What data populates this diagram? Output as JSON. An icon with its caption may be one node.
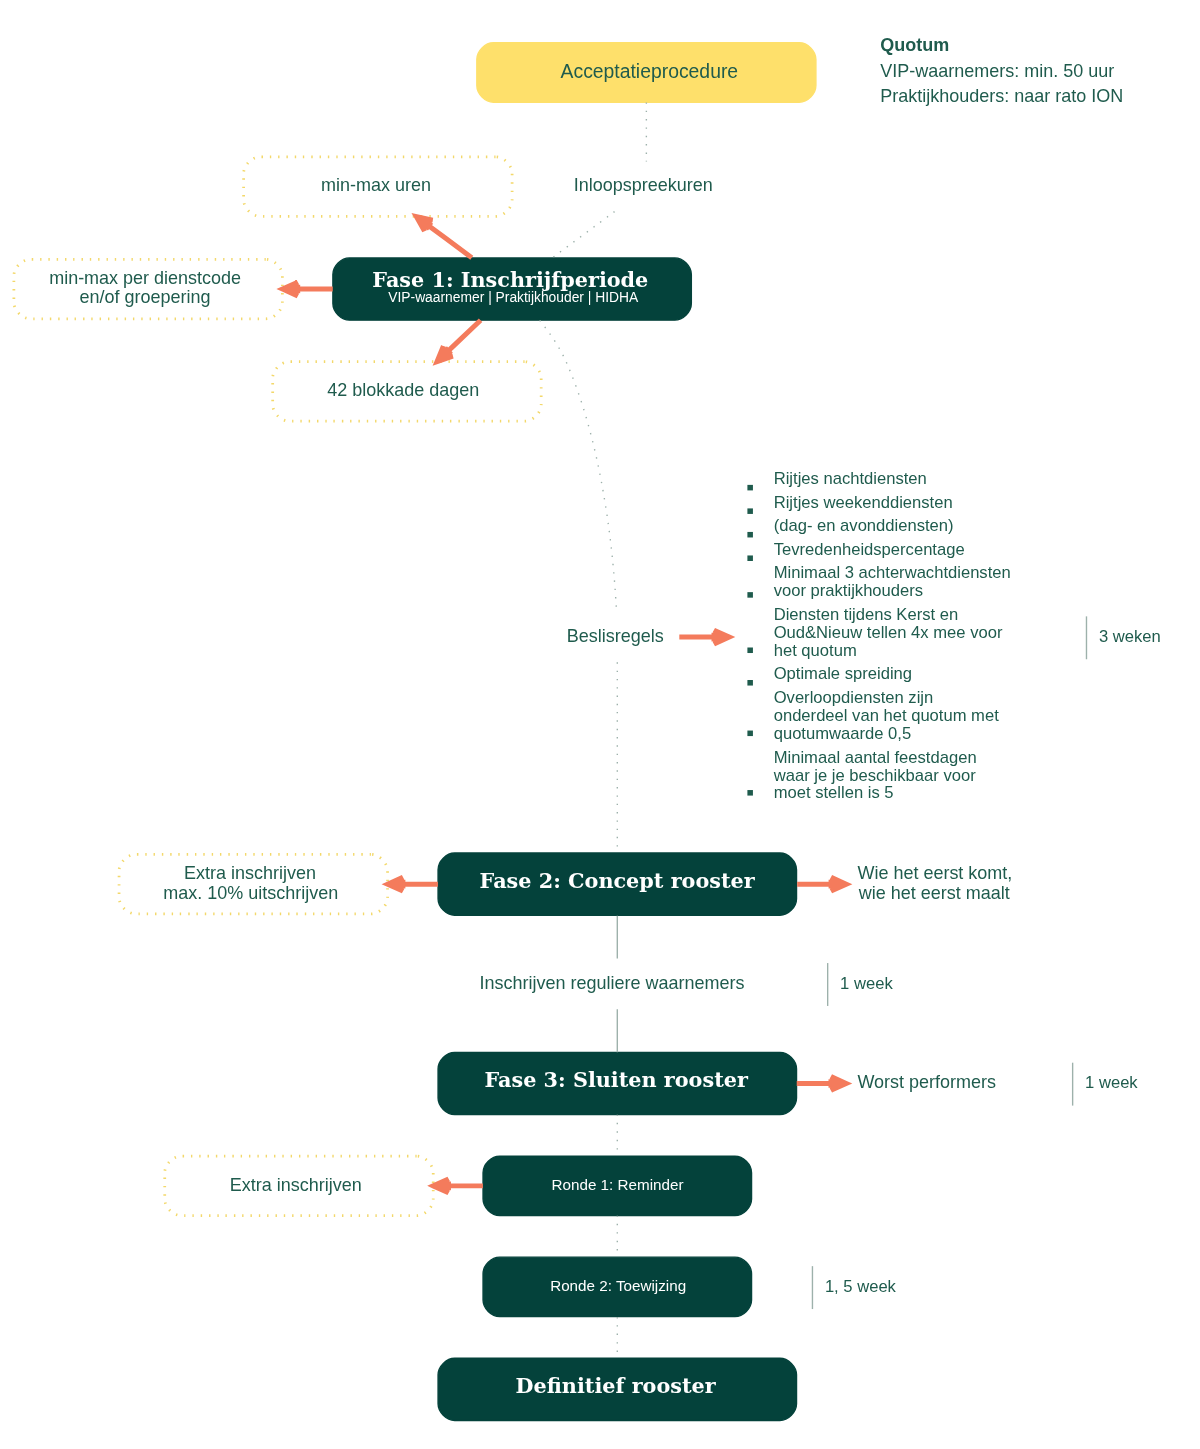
{
  "diagram": {
    "nodes": [
      {
        "text": [
          "Acceptatieprocedure"
        ]
      },
      {
        "text": [
          "Inloopspreekuren"
        ]
      },
      {
        "text": [
          "Fase 1: Inschrijfperiode",
          "VIP-waarnemer | Praktijkhouder | HIDHA"
        ]
      },
      {
        "text": [
          "min-max uren"
        ]
      },
      {
        "text": [
          "min-max per dienstcode en/of groepering"
        ]
      },
      {
        "text": [
          "42 blokkade dagen"
        ]
      },
      {
        "text": [
          "Beslisregels"
        ]
      },
      {
        "text": [
          "Rijtjes nachtdiensten",
          "Rijtjes weekenddiensten",
          "(dag- en avonddiensten)",
          "Tevredenheidspercentage",
          "Minimaal 3 achterwachtdiensten voor praktijkhouders",
          "Diensten tijdens Kerst en Oud&Nieuw tellen 4x mee voor het quotum",
          "Optimale spreiding",
          "Overloopdiensten zijn onderdeel van het quotum met quotumwaarde 0,5",
          "Minimaal aantal feestdagen waar je je beschikbaar voor moet stellen is 5"
        ]
      },
      {
        "text": [
          "Fase 2: Concept rooster"
        ]
      },
      {
        "text": [
          "Extra inschrijven",
          "max. 10% uitschrijven"
        ]
      },
      {
        "text": [
          "Wie het eerst komt, wie het eerst maalt"
        ]
      },
      {
        "text": [
          "Inschrijven reguliere waarnemers"
        ]
      },
      {
        "text": [
          "Fase 3: Sluiten rooster"
        ]
      },
      {
        "text": [
          "Worst performers"
        ]
      },
      {
        "text": [
          "Ronde 1: Reminder"
        ]
      },
      {
        "text": [
          "Extra inschrijven"
        ]
      },
      {
        "text": [
          "Ronde 2: Toewijzing"
        ]
      },
      {
        "text": [
          "Definitief rooster"
        ]
      }
    ],
    "edges": [
      {
        "from": 0,
        "to": 1,
        "arrow": "none",
        "style": "dashed"
      },
      {
        "from": 1,
        "to": 2,
        "arrow": "none",
        "style": "dashed"
      },
      {
        "from": 2,
        "to": 3,
        "arrow": "to",
        "style": "thick",
        "color": "#f47b5c"
      },
      {
        "from": 2,
        "to": 4,
        "arrow": "to",
        "style": "thick",
        "color": "#f47b5c"
      },
      {
        "from": 2,
        "to": 5,
        "arrow": "to",
        "style": "thick",
        "color": "#f47b5c"
      },
      {
        "from": 2,
        "to": 6,
        "arrow": "none",
        "style": "dashed"
      },
      {
        "from": 6,
        "to": 7,
        "arrow": "to",
        "style": "thick",
        "color": "#f47b5c"
      },
      {
        "from": 6,
        "to": 8,
        "arrow": "none",
        "style": "dashed"
      },
      {
        "from": 8,
        "to": 9,
        "arrow": "to",
        "style": "thick",
        "color": "#f47b5c"
      },
      {
        "from": 8,
        "to": 10,
        "arrow": "to",
        "style": "thick",
        "color": "#f47b5c"
      },
      {
        "from": 8,
        "to": 11,
        "arrow": "none"
      },
      {
        "from": 11,
        "to": 12,
        "arrow": "none"
      },
      {
        "from": 12,
        "to": 13,
        "arrow": "to",
        "style": "thick",
        "color": "#f47b5c"
      },
      {
        "from": 12,
        "to": 14,
        "arrow": "none",
        "style": "dashed"
      },
      {
        "from": 14,
        "to": 15,
        "arrow": "to",
        "style": "thick",
        "color": "#f47b5c"
      },
      {
        "from": 14,
        "to": 16,
        "arrow": "none",
        "style": "dashed"
      },
      {
        "from": 16,
        "to": 17,
        "arrow": "none",
        "style": "dashed"
      }
    ],
    "labels": [
      "Quotum",
      "VIP-waarnemers: min. 50 uur",
      "Praktijkhouders: naar rato ION",
      "3 weken",
      "1 week",
      "1 week",
      "1, 5 week"
    ]
  }
}
